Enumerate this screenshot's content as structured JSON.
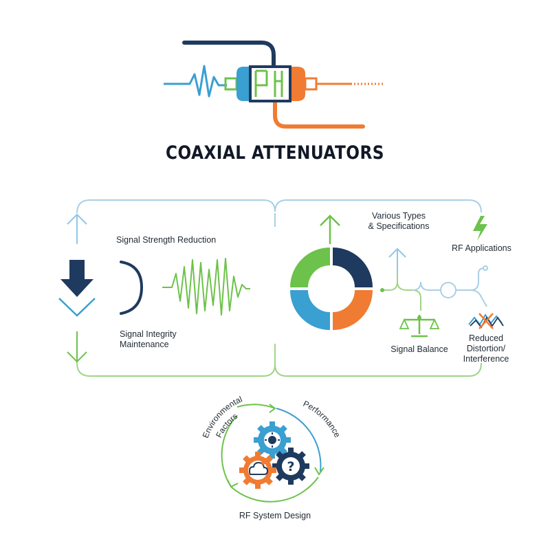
{
  "title": "COAXIAL ATTENUATORS",
  "colors": {
    "navy": "#1f3a5f",
    "blue": "#3a9fd1",
    "green": "#6cc24a",
    "orange": "#f07b32",
    "light_blue": "#a9cfe6",
    "light_green": "#9fd487"
  },
  "left_panel": {
    "signal_strength_reduction": "Signal Strength Reduction",
    "signal_integrity_line1": "Signal Integrity",
    "signal_integrity_line2": "Maintenance"
  },
  "right_panel": {
    "various_types_line1": "Various Types",
    "various_types_line2": "& Specifications",
    "rf_applications": "RF Applications",
    "signal_balance": "Signal Balance",
    "reduced_line1": "Reduced",
    "reduced_line2": "Distortion/",
    "reduced_line3": "Interference"
  },
  "cycle": {
    "environmental_line1": "Environmental",
    "environmental_line2": "Factors",
    "performance": "Performance",
    "rf_system_design": "RF System Design"
  },
  "icons": [
    "coaxial-attenuator-icon",
    "sine-wave-icon",
    "arrow-up-icon",
    "arrow-down-icon",
    "chevron-down-icon",
    "bracket-icon",
    "oscillating-wave-icon",
    "donut-ring-icon",
    "lightning-bolt-icon",
    "balance-scale-icon",
    "distortion-wave-icon",
    "gear-icon",
    "cloud-icon",
    "question-gear-icon"
  ]
}
